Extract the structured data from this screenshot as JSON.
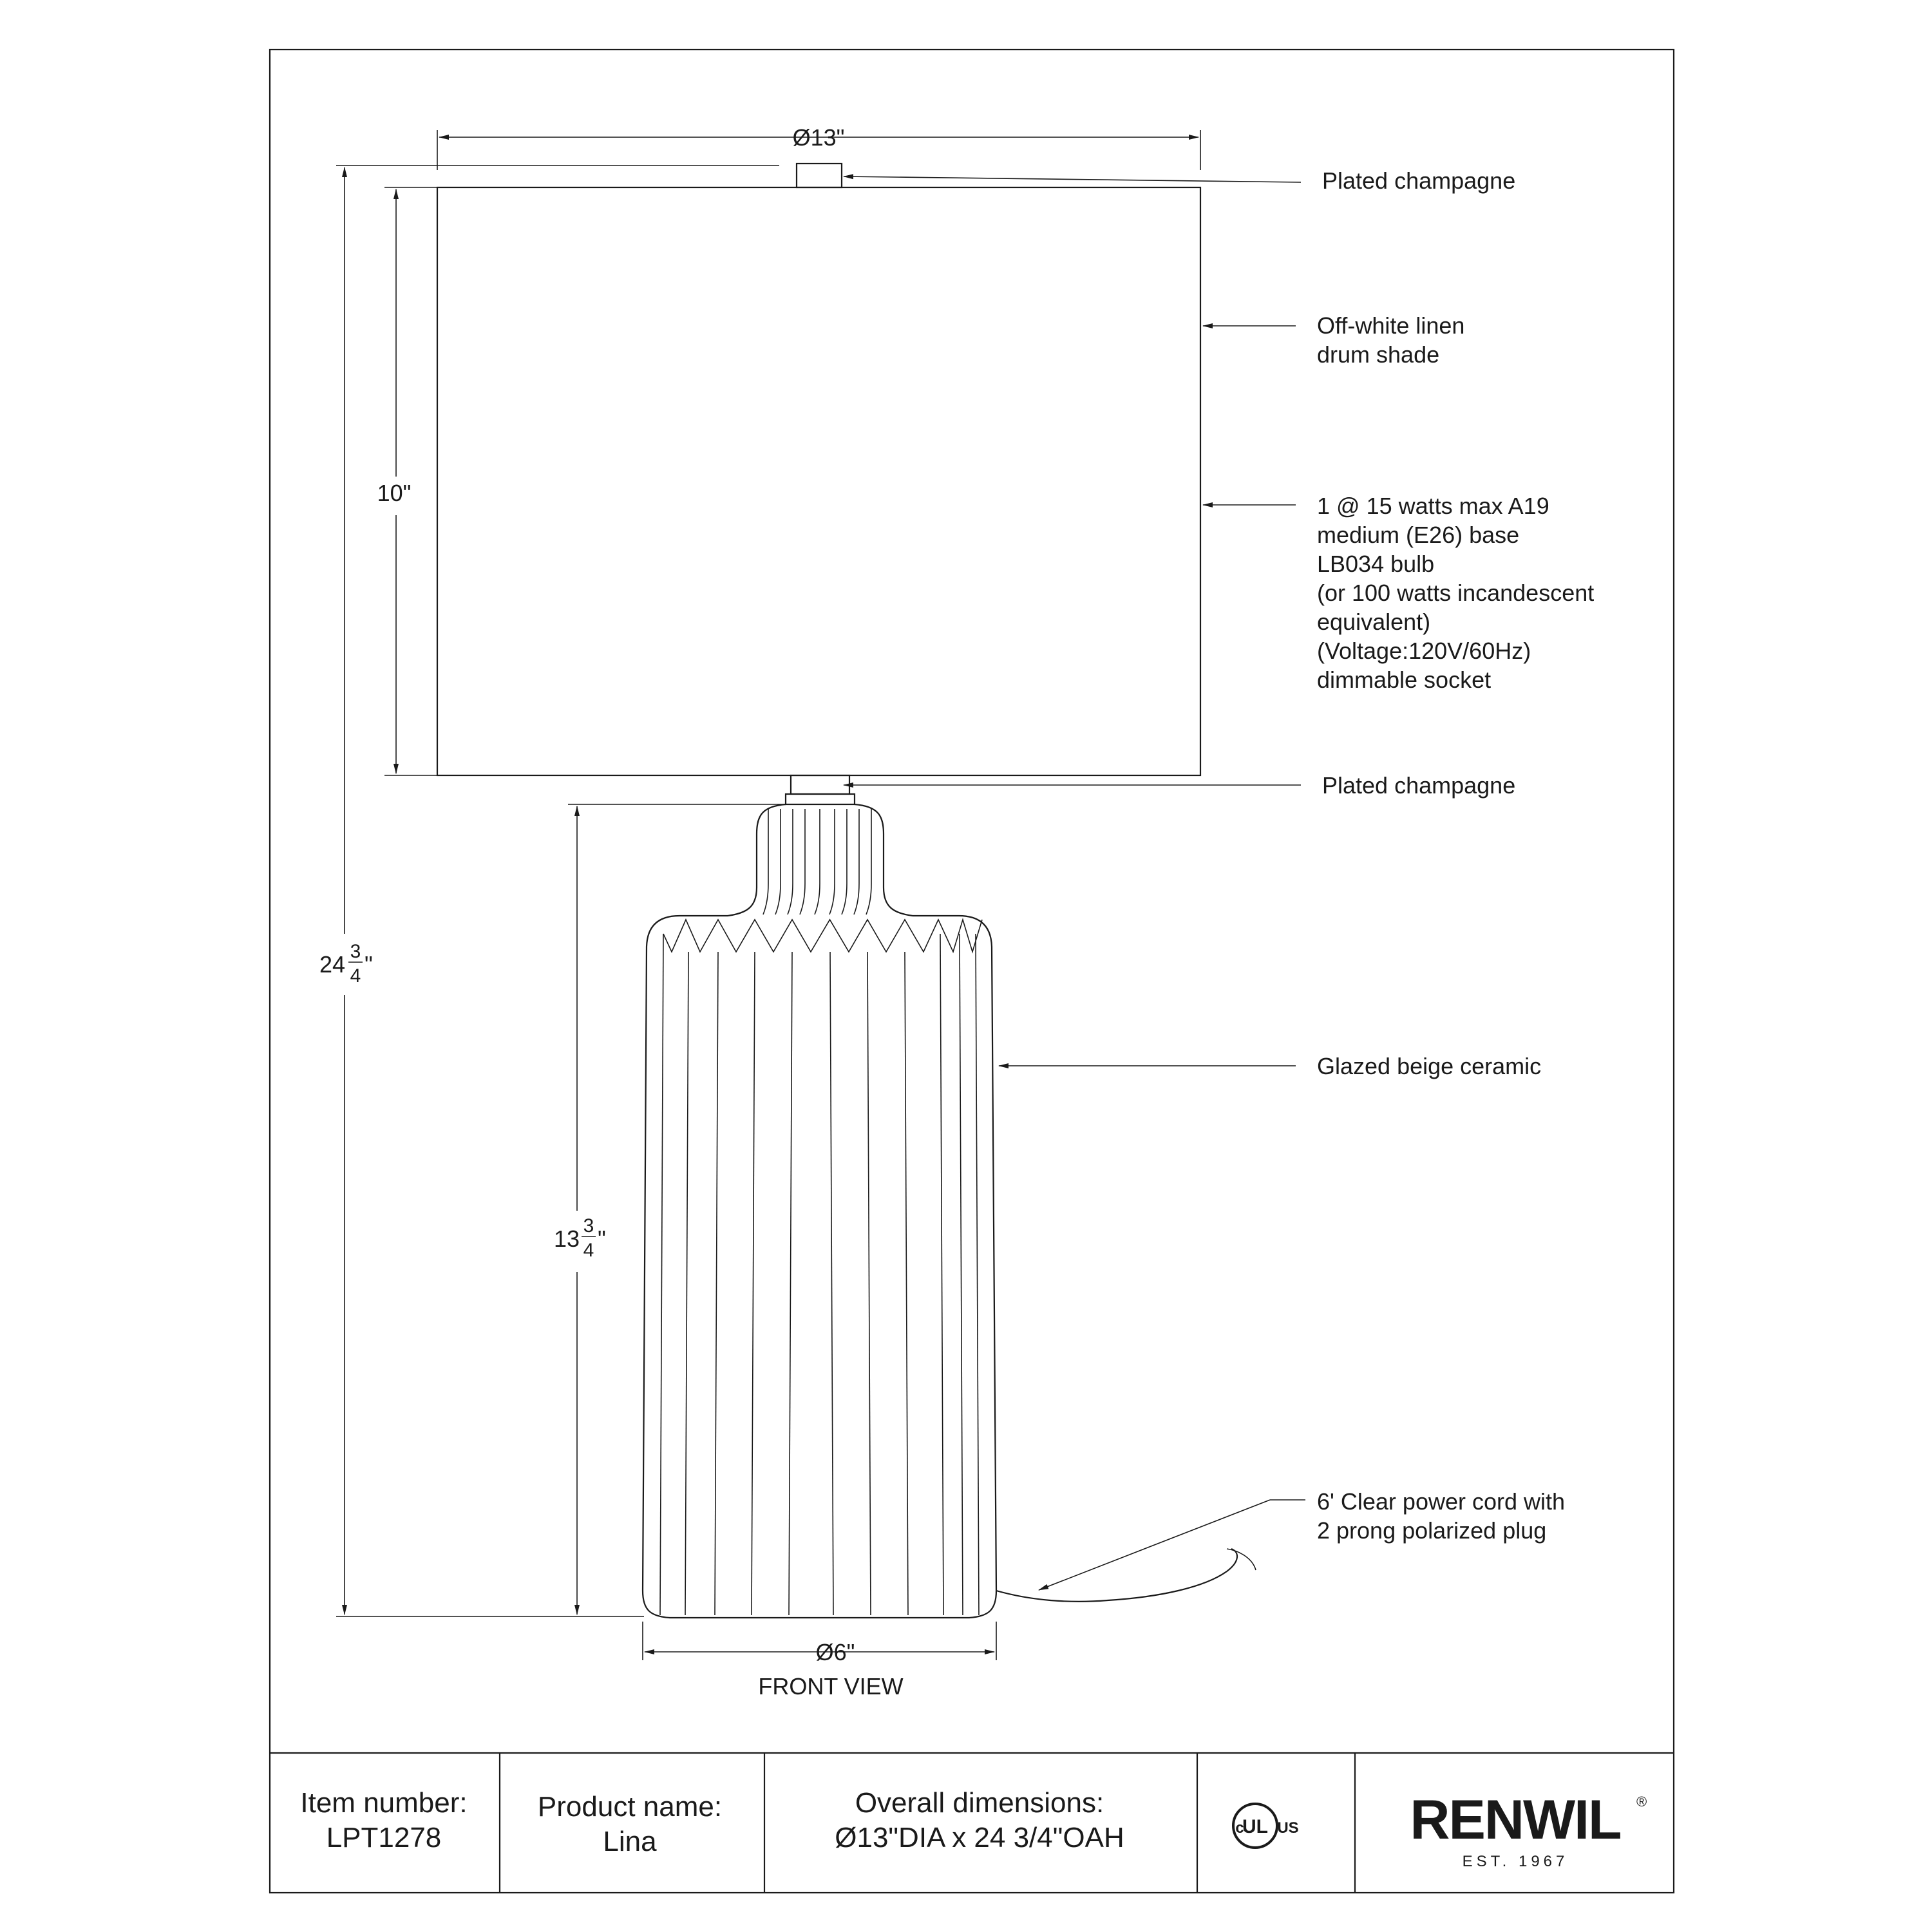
{
  "dimensions": {
    "shade_diameter": "Ø13\"",
    "shade_height": "10\"",
    "overall_height_whole": "24",
    "overall_height_num": "3",
    "overall_height_den": "4",
    "body_height_whole": "13",
    "body_height_num": "3",
    "body_height_den": "4",
    "inch_mark": "\"",
    "base_diameter": "Ø6\""
  },
  "callouts": {
    "finial": "Plated champagne",
    "shade": [
      "Off-white linen",
      "drum shade"
    ],
    "bulb": [
      "1 @ 15 watts max A19",
      "medium (E26) base",
      "LB034 bulb",
      "(or 100 watts incandescent",
      "equivalent)",
      "(Voltage:120V/60Hz)",
      "dimmable socket"
    ],
    "neck": "Plated champagne",
    "body": "Glazed beige ceramic",
    "cord": [
      "6' Clear power cord with",
      "2 prong polarized plug"
    ]
  },
  "view_label": "FRONT VIEW",
  "title_block": {
    "item_label": "Item number:",
    "item_value": "LPT1278",
    "product_label": "Product name:",
    "product_value": "Lina",
    "dims_label": "Overall dimensions:",
    "dims_value": "Ø13\"DIA x 24 3/4\"OAH",
    "cert_c": "c",
    "cert_ul": "UL",
    "cert_us": "US",
    "brand": "RENWIL",
    "brand_reg": "®",
    "brand_sub": "EST. 1967"
  }
}
